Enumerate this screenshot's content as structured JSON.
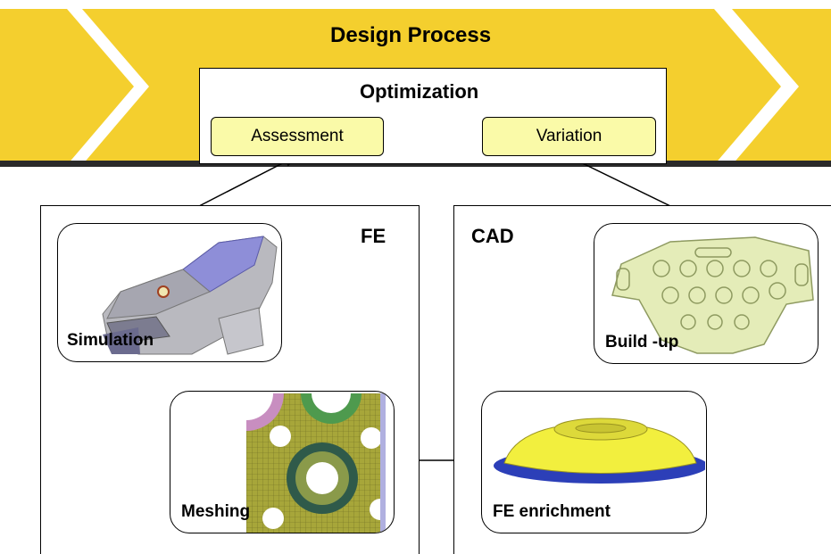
{
  "banner": {
    "title": "Design Process",
    "fill_color": "#f4cf2e"
  },
  "optimization": {
    "title": "Optimization",
    "assessment_label": "Assessment",
    "variation_label": "Variation",
    "box_color": "#fafaa8"
  },
  "panels": {
    "fe_label": "FE",
    "cad_label": "CAD"
  },
  "cards": {
    "simulation": {
      "label": "Simulation",
      "image": "car-front-fe-model"
    },
    "buildup": {
      "label": "Build -up",
      "image": "panel-cad-model"
    },
    "meshing": {
      "label": "Meshing",
      "image": "fe-mesh-closeup"
    },
    "enrichment": {
      "label": "FE  enrichment",
      "image": "dome-part-model"
    }
  }
}
